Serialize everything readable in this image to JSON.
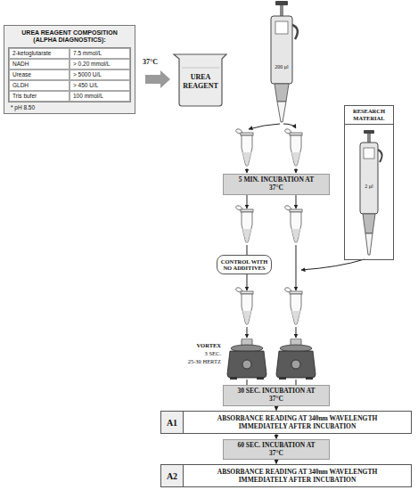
{
  "diagram": {
    "nodes": [
      {
        "text": [
          "UREA REAGENT COMPOSITION (ALPHA DIAGNOSTICS):",
          "2-ketoglutarate",
          "7.5 mmol/L",
          "NADH",
          "> 0.20 mmol/L",
          "Urease",
          "> 5000 U/L",
          "GLDH",
          "> 450 U/L",
          "Tris bufer",
          "100 mmol/L",
          "* pH 8.50"
        ]
      },
      {
        "text": [
          "UREA REAGENT"
        ]
      },
      {
        "text": [
          "RESEARCH MATERIAL"
        ]
      },
      {
        "text": [
          "5 MIN. INCUBATION AT 37°C"
        ]
      },
      {
        "text": [
          "CONTROL WITH NO ADDITIVES"
        ]
      },
      {
        "text": [
          "30 SEC. INCUBATION AT 37°C"
        ]
      },
      {
        "text": [
          "A1",
          "ABSORBANCE READING AT 340nm WAVELENGTH IMMEDIATELY AFTER INCUBATION"
        ]
      },
      {
        "text": [
          "60 SEC. INCUBATION AT 37°C"
        ]
      },
      {
        "text": [
          "A2",
          "ABSORBANCE READING AT 340nm WAVELENGTH IMMEDIATELY AFTER INCUBATION"
        ]
      }
    ],
    "edges": [
      {
        "from": 5,
        "to": 6,
        "arrow": "to"
      },
      {
        "from": 6,
        "to": 7,
        "arrow": "to"
      },
      {
        "from": 7,
        "to": 8,
        "arrow": "to"
      }
    ],
    "labels": [
      "37°C",
      "200 μl",
      "2 μl",
      "VORTEX",
      "3 SEC.",
      "25-30 HERTZ"
    ]
  }
}
